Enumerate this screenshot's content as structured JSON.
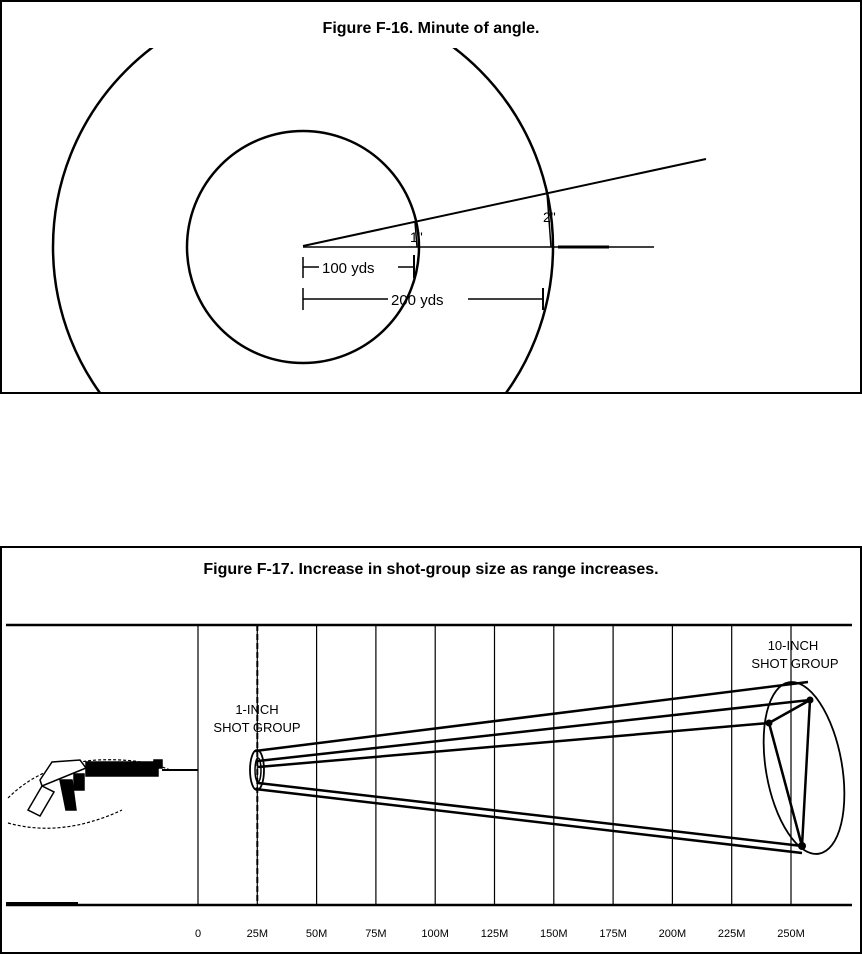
{
  "figure16": {
    "title": "Figure F-16. Minute of angle.",
    "label_1in": "1\"",
    "label_2in": "2\"",
    "label_100yds": "100 yds",
    "label_200yds": "200 yds"
  },
  "figure17": {
    "title": "Figure F-17. Increase in shot-group size as range increases.",
    "group_near_line1": "1-INCH",
    "group_near_line2": "SHOT GROUP",
    "group_far_line1": "10-INCH",
    "group_far_line2": "SHOT GROUP",
    "range_ticks": [
      "0",
      "25M",
      "50M",
      "75M",
      "100M",
      "125M",
      "150M",
      "175M",
      "200M",
      "225M",
      "250M"
    ]
  }
}
